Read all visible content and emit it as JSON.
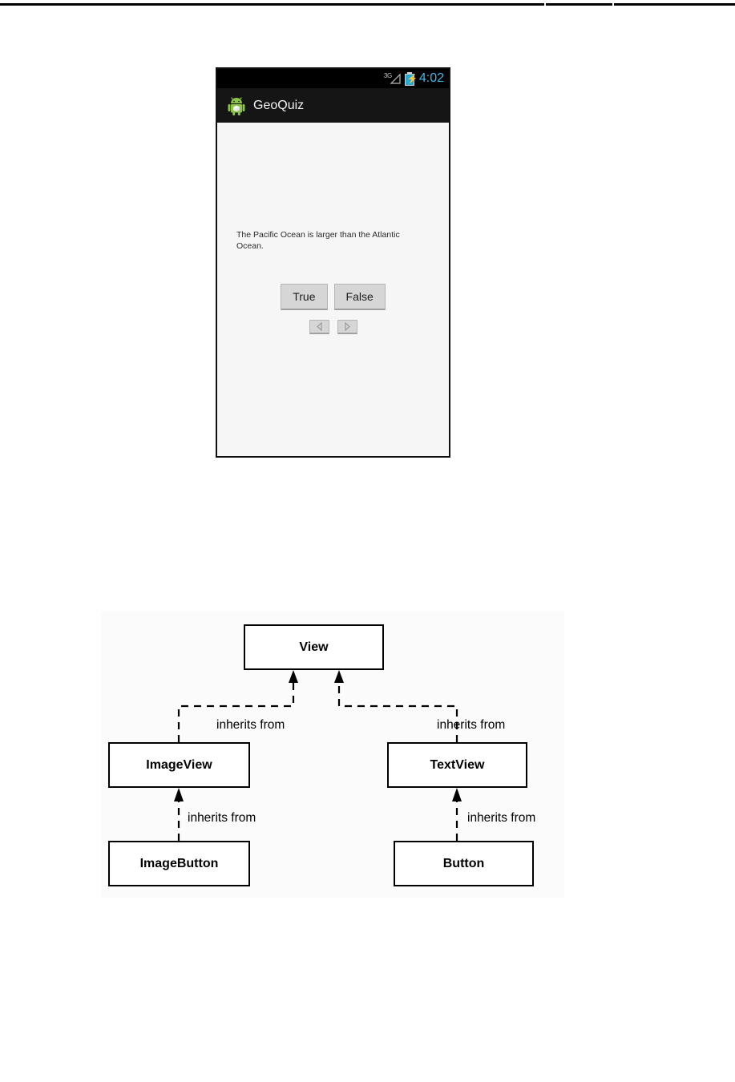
{
  "phone": {
    "status_bar": {
      "network_label": "3G",
      "network_icon": "signal-bars-icon",
      "battery_icon": "battery-charging-icon",
      "time": "4:02",
      "time_color": "#3fb9e8",
      "battery_color": "#2aa7d0"
    },
    "action_bar": {
      "app_icon": "android-robot-icon",
      "title": "GeoQuiz"
    },
    "content": {
      "question": "The Pacific Ocean is larger than the Atlantic Ocean.",
      "true_label": "True",
      "false_label": "False",
      "prev_icon": "triangle-left-icon",
      "next_icon": "triangle-right-icon"
    }
  },
  "diagram": {
    "type": "class-inheritance",
    "boxes": [
      {
        "id": "view",
        "label": "View"
      },
      {
        "id": "imageview",
        "label": "ImageView"
      },
      {
        "id": "textview",
        "label": "TextView"
      },
      {
        "id": "imagebutton",
        "label": "ImageButton"
      },
      {
        "id": "button",
        "label": "Button"
      }
    ],
    "edges": [
      {
        "from": "ImageView",
        "to": "View",
        "label": "inherits from"
      },
      {
        "from": "TextView",
        "to": "View",
        "label": "inherits from"
      },
      {
        "from": "ImageButton",
        "to": "ImageView",
        "label": "inherits from"
      },
      {
        "from": "Button",
        "to": "TextView",
        "label": "inherits from"
      }
    ]
  }
}
